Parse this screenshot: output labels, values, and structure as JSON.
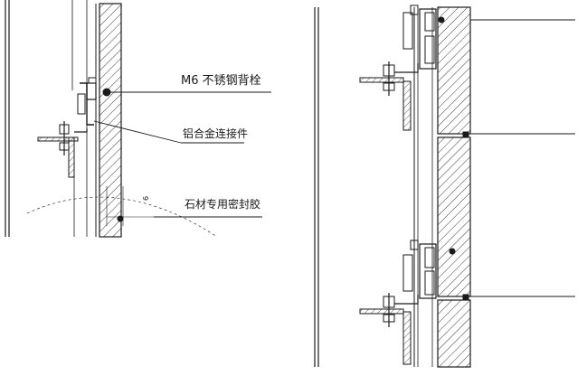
{
  "labels": {
    "bolt": "M6 不锈钢背栓",
    "connector": "铝合金连接件",
    "sealant": "石材专用密封胶",
    "gap": "6"
  },
  "colors": {
    "ink": "#1a1a1a",
    "paper": "#ffffff",
    "hatch": "#3a3a3a"
  }
}
